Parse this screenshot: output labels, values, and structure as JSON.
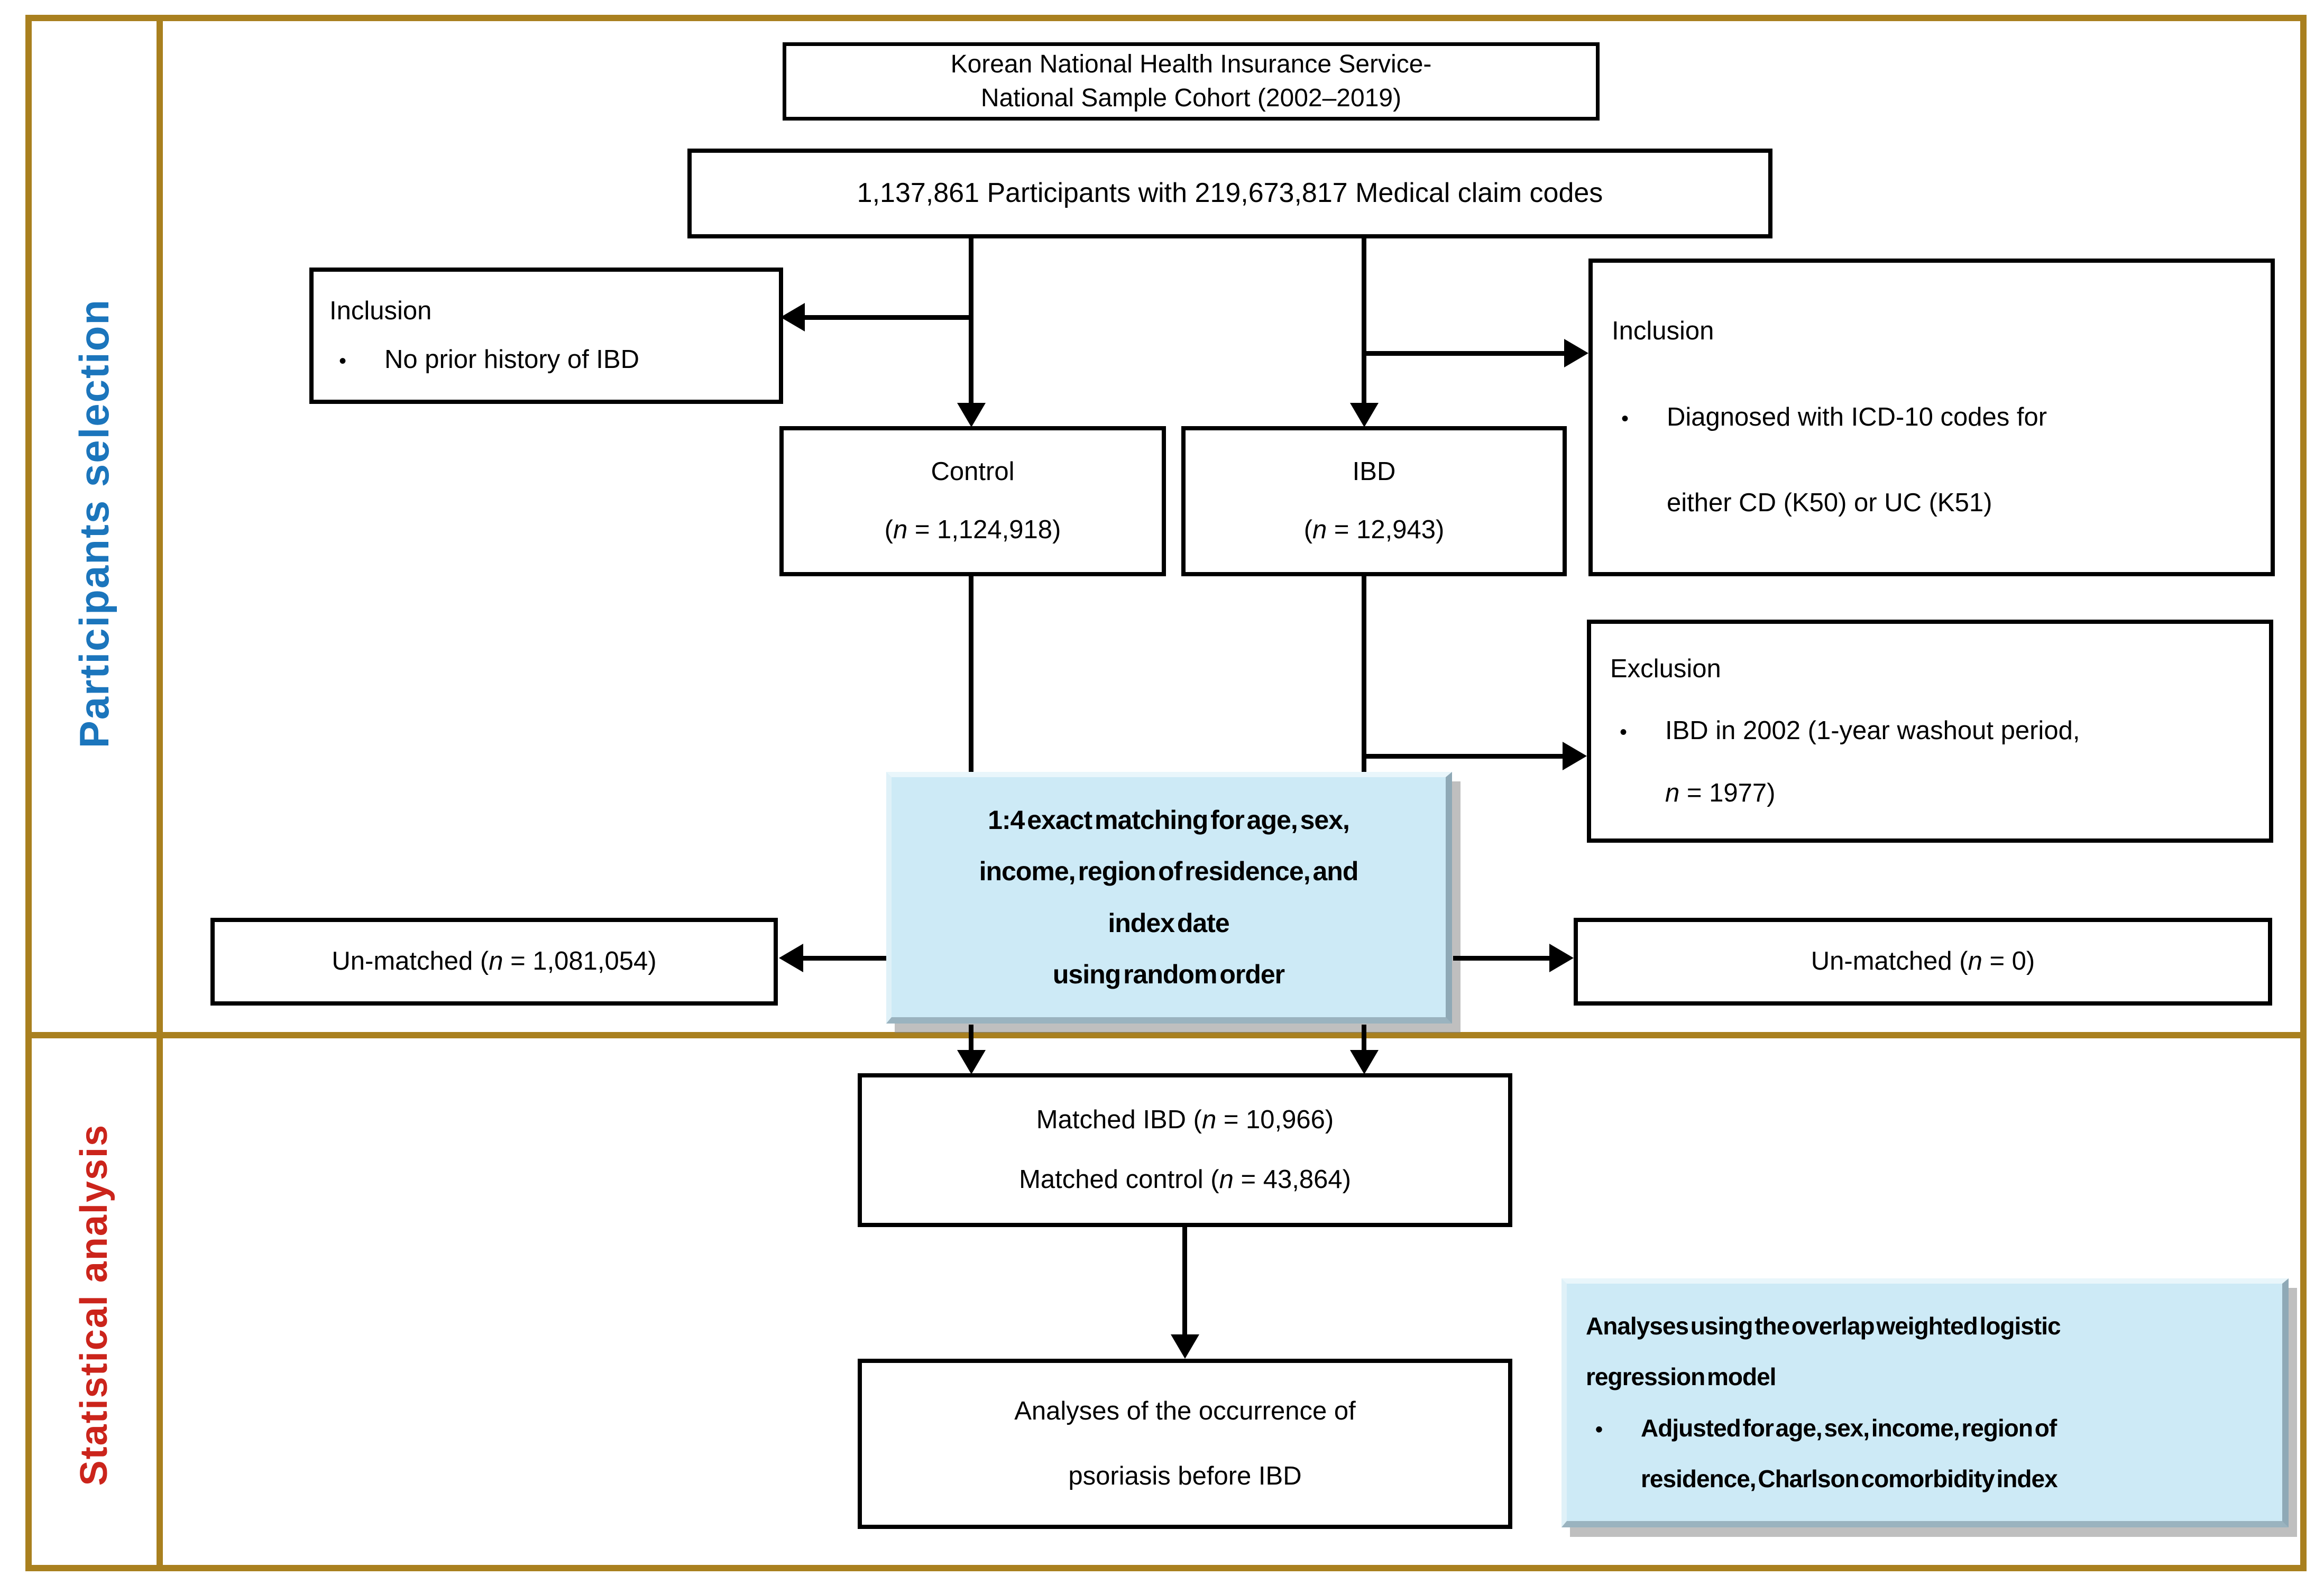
{
  "colors": {
    "gold_border": "#a9801f",
    "blue_label": "#1b75bc",
    "red_label": "#cb241b",
    "highlight_fill": "#cdeaf6",
    "box_border": "#000000"
  },
  "glyphs": {
    "bullet": "•"
  },
  "sidebar": {
    "top_label": "Participants selection",
    "bottom_label": "Statistical analysis"
  },
  "flow": {
    "cohort": {
      "line1": "Korean National Health Insurance Service-",
      "line2": "National Sample Cohort (2002–2019)"
    },
    "participants": {
      "text": "1,137,861 Participants with 219,673,817 Medical claim codes"
    },
    "inclusion_left": {
      "title": "Inclusion",
      "bullet": "No prior history of IBD"
    },
    "inclusion_right": {
      "title": "Inclusion",
      "bullet_line1": "Diagnosed with ICD-10 codes for",
      "bullet_line2": "either CD (K50) or UC (K51)"
    },
    "control": {
      "title": "Control",
      "n_line": [
        {
          "t": "("
        },
        {
          "t": "n",
          "i": true
        },
        {
          "t": " = 1,124,918)"
        }
      ]
    },
    "ibd": {
      "title": "IBD",
      "n_line": [
        {
          "t": "("
        },
        {
          "t": "n",
          "i": true
        },
        {
          "t": " = 12,943)"
        }
      ]
    },
    "exclusion": {
      "title": "Exclusion",
      "bullet_line1": "IBD in 2002 (1-year washout period,",
      "bullet_line2": [
        {
          "t": "n",
          "i": true
        },
        {
          "t": " = 1977)"
        }
      ]
    },
    "matching": {
      "lines": [
        "1:4 exact matching for age, sex,",
        "income, region of residence, and",
        "index date",
        "using random order"
      ]
    },
    "unmatched_left": {
      "segments": [
        {
          "t": "Un-matched ("
        },
        {
          "t": "n",
          "i": true
        },
        {
          "t": " = 1,081,054)"
        }
      ]
    },
    "unmatched_right": {
      "segments": [
        {
          "t": "Un-matched ("
        },
        {
          "t": "n",
          "i": true
        },
        {
          "t": " = 0)"
        }
      ]
    },
    "matched": {
      "line1": [
        {
          "t": "Matched IBD ("
        },
        {
          "t": "n",
          "i": true
        },
        {
          "t": " = 10,966)"
        }
      ],
      "line2": [
        {
          "t": "Matched control ("
        },
        {
          "t": "n",
          "i": true
        },
        {
          "t": " = 43,864)"
        }
      ]
    },
    "analyses": {
      "line1": "Analyses of the occurrence of",
      "line2": "psoriasis before IBD"
    },
    "analysis_model": {
      "line1": "Analyses using the overlap weighted logistic",
      "line2": "regression model",
      "bullet_line1": "Adjusted for age, sex, income, region of",
      "bullet_line2": "residence, Charlson comorbidity index"
    }
  }
}
